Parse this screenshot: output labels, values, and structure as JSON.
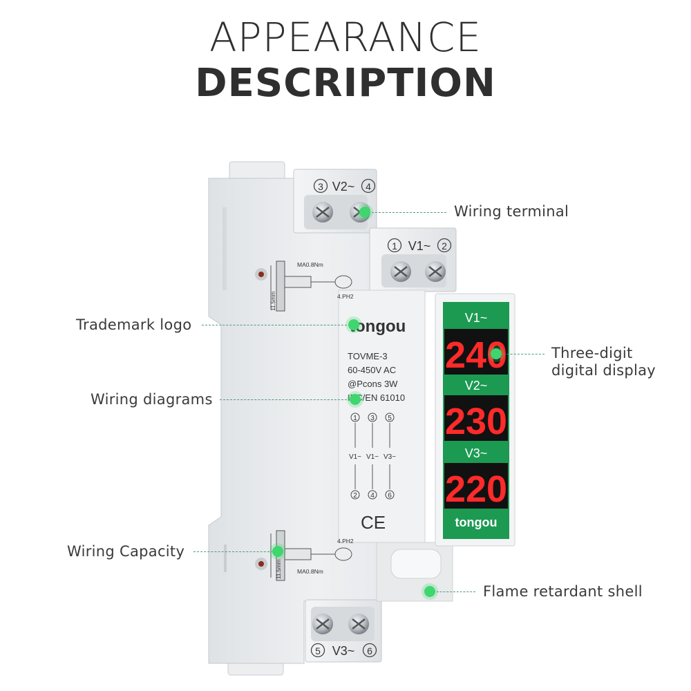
{
  "heading": {
    "line1": "APPEARANCE",
    "line2": "DESCRIPTION"
  },
  "callouts": {
    "wiring_terminal": "Wiring terminal",
    "trademark_logo": "Trademark logo",
    "display_line1": "Three-digit",
    "display_line2": "digital display",
    "wiring_diagrams": "Wiring diagrams",
    "wiring_capacity": "Wiring Capacity",
    "flame_shell": "Flame retardant shell"
  },
  "device": {
    "brand": "tongou",
    "model": "TOVME-3",
    "voltage_range": "60-450V AC",
    "power": "@Pcons 3W",
    "standard": "IEC/EN  61010",
    "torque": "MA0.8Nm",
    "screwdriver": "4.PH2",
    "strip_length": "11.5mm",
    "ce_mark": "CE",
    "terminals": {
      "top_back": {
        "left": "3",
        "label": "V2~",
        "right": "4"
      },
      "top_front": {
        "left": "1",
        "label": "V1~",
        "right": "2"
      },
      "bottom": {
        "left": "5",
        "label": "V3~",
        "right": "6"
      }
    },
    "diagram": {
      "top": [
        "1",
        "3",
        "5"
      ],
      "mid": [
        "V1~",
        "V1~",
        "V3~"
      ],
      "bottom": [
        "2",
        "4",
        "6"
      ]
    },
    "display": {
      "label1": "V1~",
      "value1": "240",
      "label2": "V2~",
      "value2": "230",
      "label3": "V3~",
      "value3": "220",
      "footer_brand": "tongou"
    }
  },
  "colors": {
    "display_green": "#1c9a52",
    "segment_red": "#ff2a2a",
    "callout_dot": "#3fd66e",
    "body_gray": "#e9ecef"
  }
}
